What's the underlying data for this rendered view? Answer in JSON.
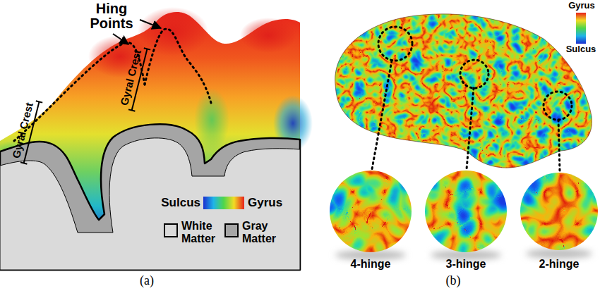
{
  "diagram": {
    "labels": [
      "Hing Points",
      "Gyral Crest",
      "Gyral Crest",
      "Sulcus",
      "Gyrus",
      "(a)",
      "Gyrus",
      "Sulcus",
      "4-hinge",
      "3-hinge",
      "2-hinge",
      "(b)"
    ],
    "legend": [
      {
        "text": "White Matter",
        "color": "#dadada"
      },
      {
        "text": "Gray Matter",
        "color": "#a5a5a5"
      }
    ]
  }
}
